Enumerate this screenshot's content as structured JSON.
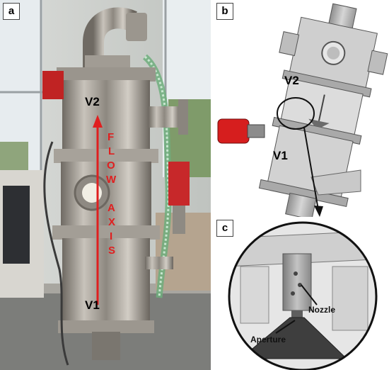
{
  "panels": {
    "a": {
      "letter": "a",
      "label_top": "V2",
      "label_bottom": "V1",
      "flow_letters": [
        "F",
        "L",
        "O",
        "W",
        " ",
        "A",
        "X",
        "I",
        "S"
      ]
    },
    "b": {
      "letter": "b",
      "label_top": "V2",
      "label_bottom": "V1"
    },
    "c": {
      "letter": "c",
      "nozzle_label": "Nozzle",
      "aperture_label": "Aperture"
    }
  },
  "colors": {
    "flow_arrow": "#e01f1f",
    "steel": "#b7b4ae",
    "cad_gray": "#c9c9c9",
    "motor_red": "#d61e1e"
  }
}
